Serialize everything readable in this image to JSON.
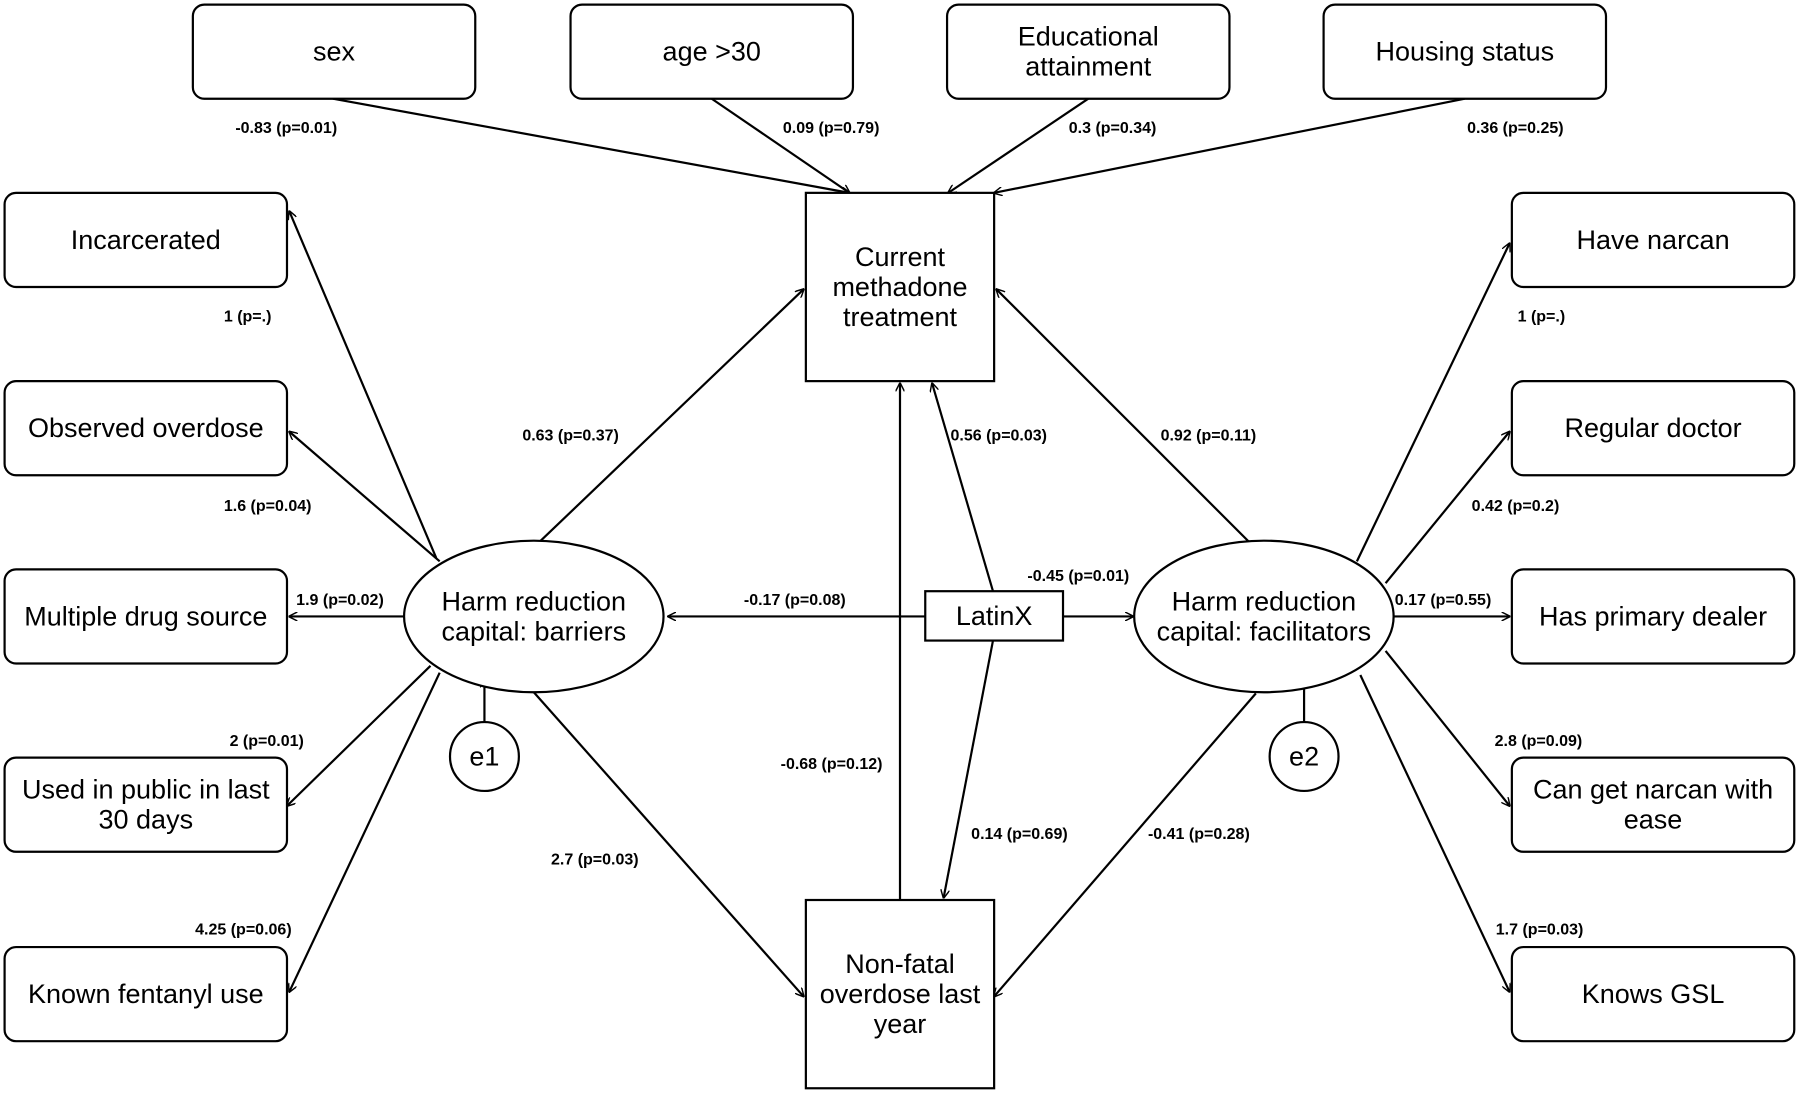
{
  "nodes": {
    "sex": [
      "sex"
    ],
    "age": [
      "age >30"
    ],
    "education": [
      "Educational",
      "attainment"
    ],
    "housing": [
      "Housing status"
    ],
    "methadone": [
      "Current",
      "methadone",
      "treatment"
    ],
    "overdose": [
      "Non-fatal",
      "overdose last",
      "year"
    ],
    "latinx": [
      "LatinX"
    ],
    "barriers": [
      "Harm reduction",
      "capital: barriers"
    ],
    "facilitators": [
      "Harm reduction",
      "capital: facilitators"
    ],
    "e1": [
      "e1"
    ],
    "e2": [
      "e2"
    ],
    "incarcerated": [
      "Incarcerated"
    ],
    "observed_overdose": [
      "Observed overdose"
    ],
    "multiple_drug_source": [
      "Multiple drug source"
    ],
    "used_in_public": [
      "Used in public in last",
      "30 days"
    ],
    "known_fentanyl": [
      "Known fentanyl use"
    ],
    "have_narcan": [
      "Have narcan"
    ],
    "regular_doctor": [
      "Regular doctor"
    ],
    "primary_dealer": [
      "Has primary dealer"
    ],
    "narcan_ease": [
      "Can get narcan with",
      "ease"
    ],
    "knows_gsl": [
      "Knows GSL"
    ]
  },
  "coefficients": {
    "sex_to_methadone": "-0.83 (p=0.01)",
    "age_to_methadone": "0.09 (p=0.79)",
    "education_to_methadone": "0.3 (p=0.34)",
    "housing_to_methadone": "0.36 (p=0.25)",
    "barriers_to_methadone": "0.63 (p=0.37)",
    "latinx_to_methadone": "0.56 (p=0.03)",
    "facilitators_to_methadone": "0.92 (p=0.11)",
    "latinx_to_barriers": "-0.17 (p=0.08)",
    "latinx_to_facilitators": "-0.45 (p=0.01)",
    "overdose_to_methadone": "-0.68 (p=0.12)",
    "latinx_to_overdose": "0.14 (p=0.69)",
    "barriers_to_overdose": "2.7 (p=0.03)",
    "facilitators_to_overdose": "-0.41 (p=0.28)",
    "barriers_incarcerated": "1 (p=.)",
    "barriers_observed_overdose": "1.6 (p=0.04)",
    "barriers_multiple_drug_source": "1.9 (p=0.02)",
    "barriers_used_in_public": "2 (p=0.01)",
    "barriers_known_fentanyl": "4.25 (p=0.06)",
    "facilitators_have_narcan": "1 (p=.)",
    "facilitators_regular_doctor": "0.42 (p=0.2)",
    "facilitators_primary_dealer": "0.17 (p=0.55)",
    "facilitators_narcan_ease": "2.8 (p=0.09)",
    "facilitators_knows_gsl": "1.7 (p=0.03)"
  }
}
